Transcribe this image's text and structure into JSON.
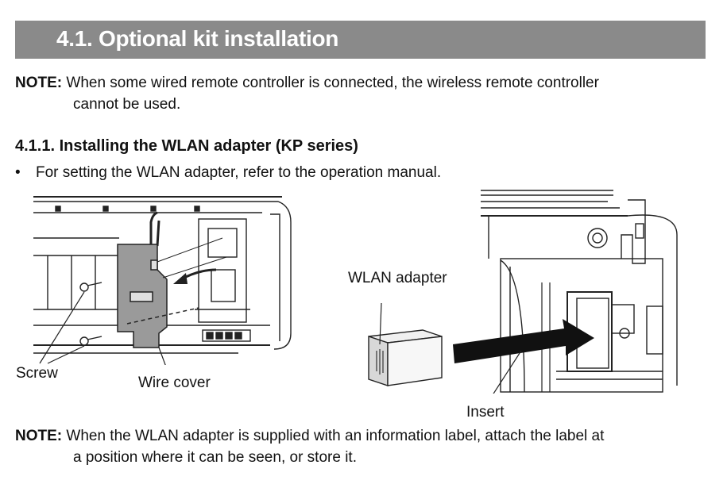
{
  "section": {
    "title": "4.1. Optional kit installation"
  },
  "note1": {
    "label": "NOTE:",
    "line1": "When some wired remote controller is connected, the wireless remote controller",
    "line2": "cannot be used."
  },
  "subsection": {
    "title": "4.1.1.  Installing the WLAN adapter (KP series)"
  },
  "bullet": {
    "symbol": "•",
    "text": "For setting the WLAN adapter, refer to the operation manual."
  },
  "figure_left": {
    "label_screw": "Screw",
    "label_wire_cover": "Wire cover"
  },
  "figure_right": {
    "label_adapter": "WLAN adapter",
    "label_insert": "Insert"
  },
  "note2": {
    "label": "NOTE:",
    "line1": "When the WLAN adapter is supplied with an information label, attach the label at",
    "line2": "a position where it can be seen, or store it."
  }
}
